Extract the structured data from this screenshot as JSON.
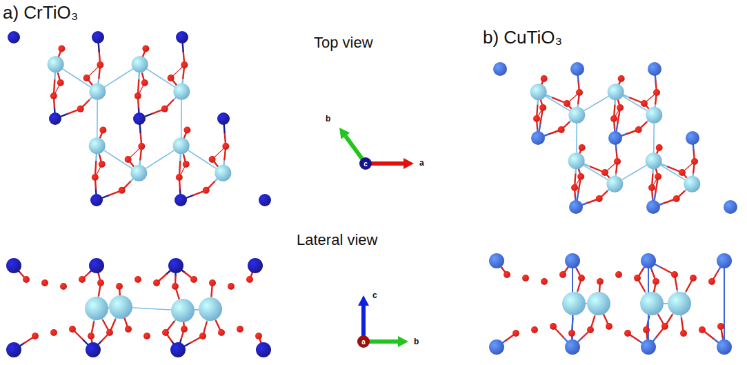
{
  "diagram": {
    "labels": [
      "a) CrTiO₃",
      "Top view",
      "b",
      "c",
      "a",
      "b) CuTiO₃",
      "Lateral view",
      "c",
      "a",
      "b"
    ]
  }
}
